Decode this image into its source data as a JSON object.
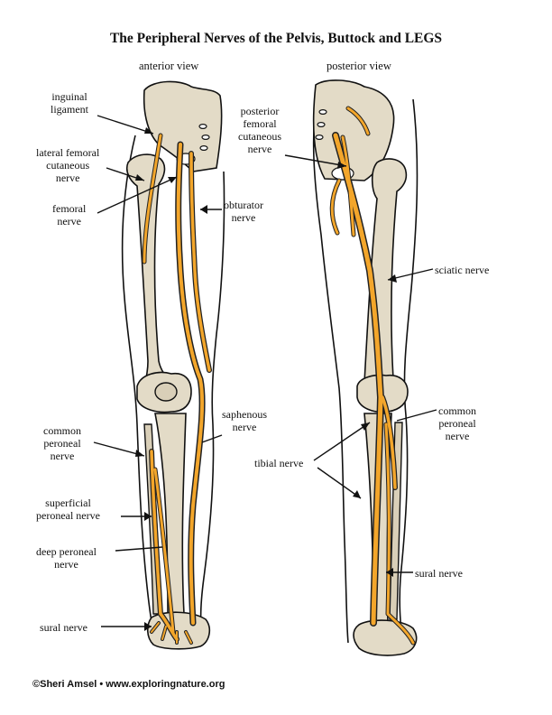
{
  "title": "The Peripheral Nerves of the Pelvis, Buttock and LEGS",
  "views": {
    "anterior": "anterior view",
    "posterior": "posterior view"
  },
  "labels": {
    "inguinal_ligament": "inguinal\nligament",
    "lateral_femoral_cutaneous": "lateral femoral\ncutaneous\nnerve",
    "femoral_nerve": "femoral\nnerve",
    "obturator_nerve": "obturator\nnerve",
    "saphenous_nerve": "saphenous\nnerve",
    "common_peroneal_ant": "common\nperoneal\nnerve",
    "superficial_peroneal": "superficial\nperoneal nerve",
    "deep_peroneal": "deep peroneal\nnerve",
    "sural_nerve_ant": "sural nerve",
    "posterior_femoral_cutaneous": "posterior\nfemoral\ncutaneous\nnerve",
    "sciatic_nerve": "sciatic nerve",
    "common_peroneal_post": "common\nperoneal\nnerve",
    "tibial_nerve": "tibial nerve",
    "sural_nerve_post": "sural nerve"
  },
  "credit": "©Sheri Amsel • www.exploringnature.org",
  "colors": {
    "nerve": "#f3a62b",
    "bone": "#e3dbc7",
    "outline": "#111111"
  }
}
